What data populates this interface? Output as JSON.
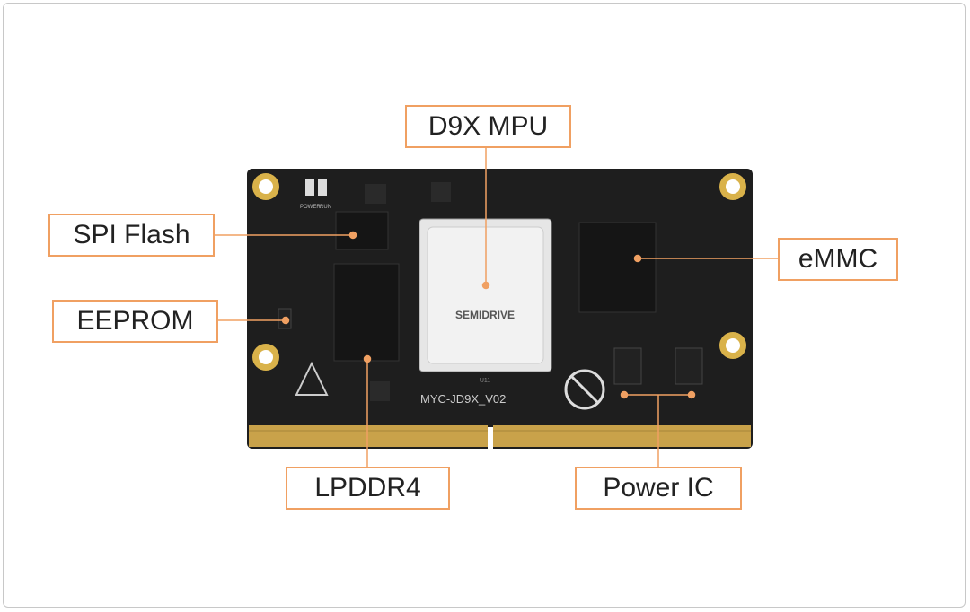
{
  "callouts": {
    "mpu": "D9X MPU",
    "spi_flash": "SPI Flash",
    "eeprom": "EEPROM",
    "emmc": "eMMC",
    "lpddr4": "LPDDR4",
    "power_ic": "Power IC"
  },
  "board": {
    "silkscreen": "MYC-JD9X_V02",
    "mpu_brand": "SEMIDRIVE",
    "mpu_ref": "U11",
    "led_power": "POWER",
    "led_run": "RUN"
  },
  "colors": {
    "accent": "#f0a062",
    "pcb": "#1e1e1e",
    "gold": "#c9a24a"
  }
}
